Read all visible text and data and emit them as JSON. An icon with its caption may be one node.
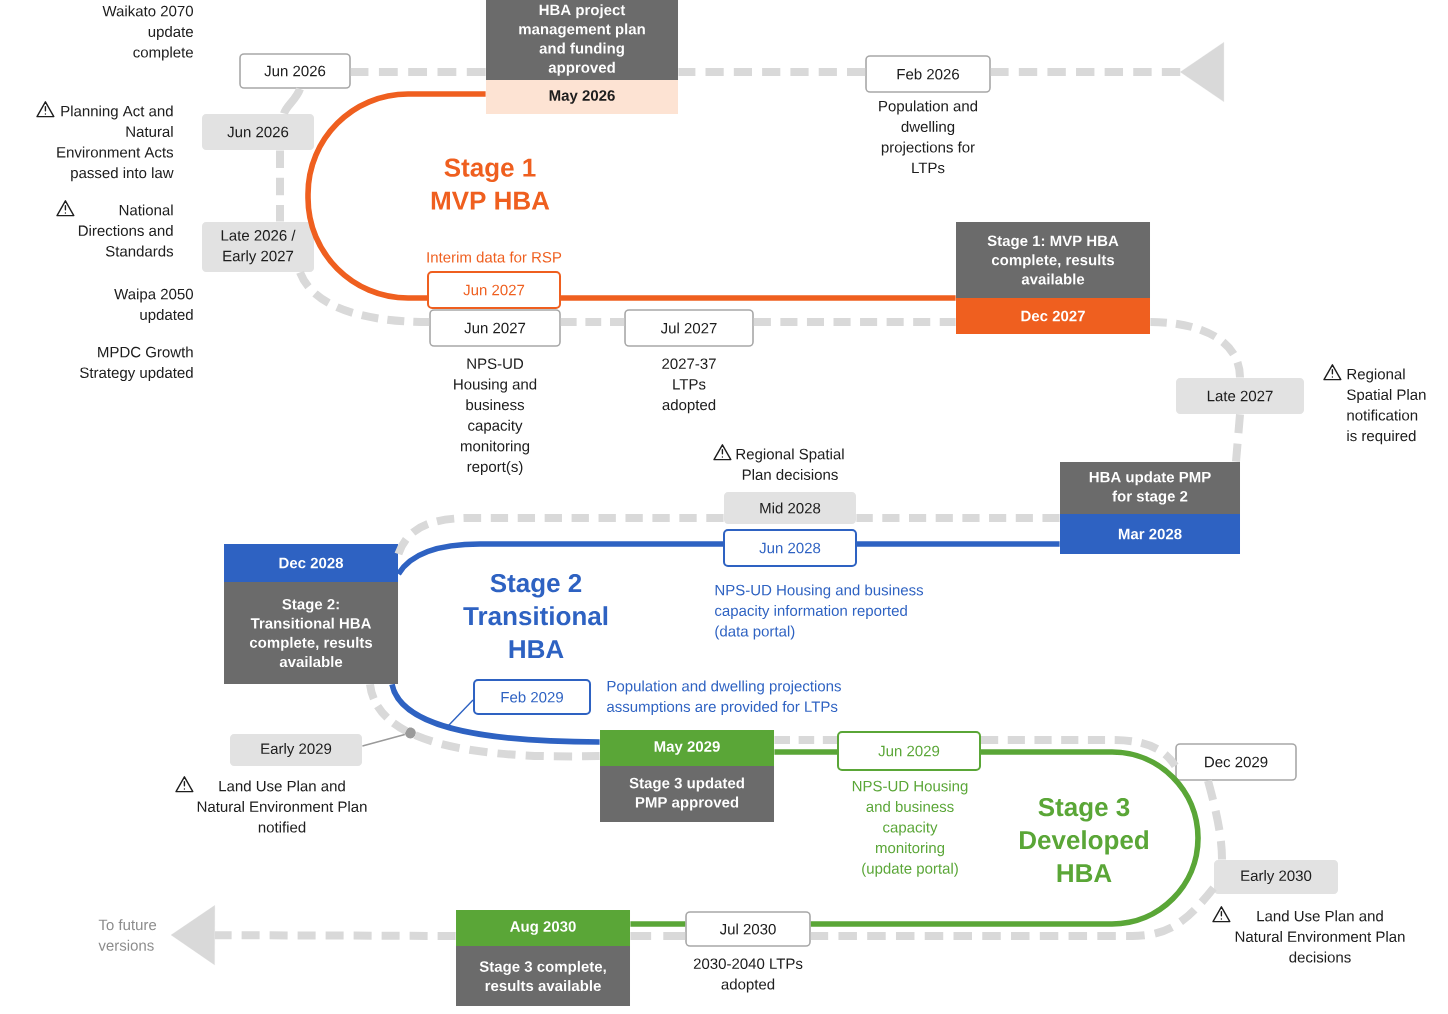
{
  "diagram": {
    "nodes": [
      {
        "text": [
          "Jun 2026"
        ],
        "beside": [
          "Waikato 2070 update complete"
        ]
      },
      {
        "text": [
          "HBA project management plan and funding approved",
          "May 2026"
        ]
      },
      {
        "text": [
          "Feb 2026"
        ],
        "beside": [
          "Population and dwelling projections for LTPs"
        ]
      },
      {
        "text": [
          "Jun 2026"
        ],
        "beside": [
          "Planning Act and Natural Environment Acts passed into law"
        ]
      },
      {
        "text": [
          "Late 2026 / Early 2027"
        ],
        "beside": [
          "National Directions and Standards"
        ]
      },
      {
        "text": [
          "Jun 2027"
        ],
        "beside": [
          "Interim data for RSP"
        ]
      },
      {
        "text": [
          "Jun 2027"
        ],
        "beside": [
          "NPS-UD Housing and business capacity monitoring report(s)"
        ]
      },
      {
        "text": [
          "Jul 2027"
        ],
        "beside": [
          "2027-37 LTPs adopted"
        ]
      },
      {
        "text": [
          "Stage 1: MVP HBA complete, results available",
          "Dec 2027"
        ]
      },
      {
        "text": [
          "Late 2027"
        ],
        "beside": [
          "Regional Spatial Plan notification is required"
        ]
      },
      {
        "text": [
          "Mid 2028"
        ],
        "beside": [
          "Regional Spatial Plan decisions"
        ]
      },
      {
        "text": [
          "Jun 2028"
        ],
        "beside": [
          "NPS-UD Housing and business capacity information reported (data portal)"
        ]
      },
      {
        "text": [
          "HBA update PMP for stage 2",
          "Mar 2028"
        ]
      },
      {
        "text": [
          "Dec 2028",
          "Stage 2: Transitional HBA complete, results available"
        ]
      },
      {
        "text": [
          "Feb 2029"
        ],
        "beside": [
          "Population and dwelling projections assumptions are provided for LTPs"
        ]
      },
      {
        "text": [
          "Early 2029"
        ],
        "beside": [
          "Land Use Plan and Natural Environment Plan notified"
        ]
      },
      {
        "text": [],
        "shape": "circle"
      },
      {
        "text": [
          "May 2029",
          "Stage 3 updated PMP approved"
        ]
      },
      {
        "text": [
          "Jun 2029"
        ],
        "beside": [
          "NPS-UD Housing and business capacity monitoring (update portal)"
        ]
      },
      {
        "text": [
          "Dec 2029"
        ]
      },
      {
        "text": [
          "Early 2030"
        ],
        "beside": [
          "Land Use Plan and Natural Environment Plan decisions"
        ]
      },
      {
        "text": [
          "Jul 2030"
        ],
        "beside": [
          "2030-2040 LTPs adopted"
        ]
      },
      {
        "text": [
          "Aug 2030",
          "Stage 3 complete, results available"
        ]
      },
      {
        "text": [
          "To future versions"
        ]
      }
    ],
    "edges": [
      {
        "from": null,
        "to": 2,
        "arrow": "to",
        "style": "dashed"
      },
      {
        "from": 2,
        "to": 1,
        "arrow": "none",
        "style": "dashed"
      },
      {
        "from": 1,
        "to": 0,
        "arrow": "none",
        "style": "dashed"
      },
      {
        "from": 0,
        "to": 3,
        "arrow": "none",
        "style": "dashed"
      },
      {
        "from": 3,
        "to": 4,
        "arrow": "none",
        "style": "dashed"
      },
      {
        "from": 4,
        "to": 6,
        "arrow": "none",
        "style": "dashed"
      },
      {
        "from": 6,
        "to": 7,
        "arrow": "none",
        "style": "dashed"
      },
      {
        "from": 7,
        "to": 8,
        "arrow": "none",
        "style": "dashed"
      },
      {
        "from": 8,
        "to": 9,
        "arrow": "none",
        "style": "dashed"
      },
      {
        "from": 9,
        "to": 12,
        "arrow": "none",
        "style": "dashed"
      },
      {
        "from": 12,
        "to": 10,
        "arrow": "none",
        "style": "dashed"
      },
      {
        "from": 10,
        "to": 13,
        "arrow": "none",
        "style": "dashed"
      },
      {
        "from": 13,
        "to": 17,
        "arrow": "none",
        "style": "dashed"
      },
      {
        "from": 17,
        "to": 18,
        "arrow": "none",
        "style": "dashed"
      },
      {
        "from": 18,
        "to": 19,
        "arrow": "none",
        "style": "dashed"
      },
      {
        "from": 19,
        "to": 20,
        "arrow": "none",
        "style": "dashed"
      },
      {
        "from": 20,
        "to": 21,
        "arrow": "none",
        "style": "dashed"
      },
      {
        "from": 21,
        "to": 22,
        "arrow": "none",
        "style": "dashed"
      },
      {
        "from": 22,
        "to": 23,
        "arrow": "to",
        "style": "dashed"
      },
      {
        "from": 1,
        "to": 5,
        "arrow": "none",
        "color": "#ef5f1f"
      },
      {
        "from": 5,
        "to": 8,
        "arrow": "none",
        "color": "#ef5f1f"
      },
      {
        "from": 12,
        "to": 11,
        "arrow": "none",
        "color": "#2e62c2"
      },
      {
        "from": 11,
        "to": 13,
        "arrow": "none",
        "color": "#2e62c2"
      },
      {
        "from": 13,
        "to": 17,
        "arrow": "none",
        "color": "#2e62c2"
      },
      {
        "from": 14,
        "to": null,
        "arrow": "none",
        "color": "#2e62c2"
      },
      {
        "from": 15,
        "to": 16,
        "arrow": "none",
        "color": "#9a9a9a"
      },
      {
        "from": 17,
        "to": 18,
        "arrow": "none",
        "color": "#5aa637"
      },
      {
        "from": 18,
        "to": 21,
        "arrow": "none",
        "color": "#5aa637"
      },
      {
        "from": 21,
        "to": 22,
        "arrow": "none",
        "color": "#5aa637"
      }
    ],
    "labels": [
      "Stage 1 MVP HBA",
      "Waipa 2050 updated",
      "MPDC Growth Strategy updated",
      "Stage 2 Transitional HBA",
      "Stage 3 Developed HBA"
    ]
  }
}
